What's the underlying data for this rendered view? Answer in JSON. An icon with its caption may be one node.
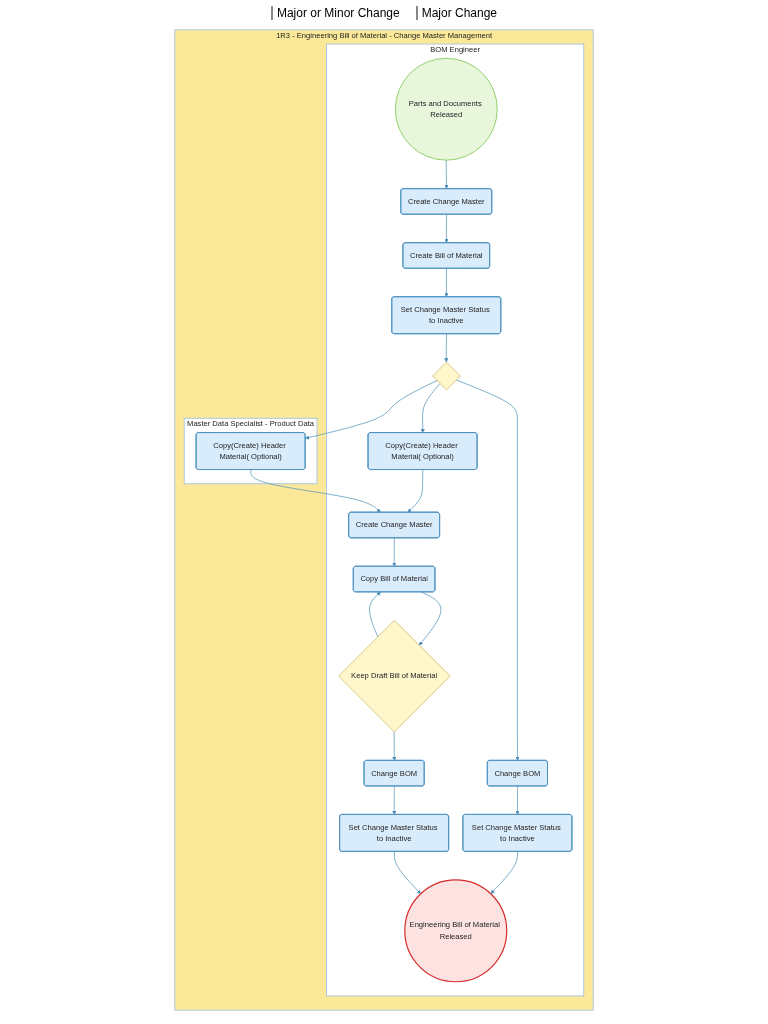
{
  "diagram": {
    "nodes": [
      {
        "text": [
          "1R3 - Engineering Bill of Material - Change Master Management"
        ]
      },
      {
        "text": [
          "BOM Engineer"
        ],
        "in": 0
      },
      {
        "text": [
          "Master Data Specialist - Product Data"
        ],
        "in": 0
      },
      {
        "text": [
          "Parts and Documents Released"
        ],
        "in": 1
      },
      {
        "text": [
          "Create Change Master"
        ],
        "in": 1
      },
      {
        "text": [
          "Create Bill of Material"
        ],
        "in": 1
      },
      {
        "text": [
          "Set Change Master Status to Inactive"
        ],
        "in": 1
      },
      {
        "text": [],
        "shape": "diamond",
        "in": 1
      },
      {
        "text": [
          "Change BOM"
        ],
        "in": 1
      },
      {
        "text": [
          "Copy(Create) Header Material( Optional)"
        ],
        "in": 1
      },
      {
        "text": [
          "Set Change Master Status to Inactive"
        ],
        "in": 1
      },
      {
        "text": [
          "Create Change Master"
        ],
        "in": 1
      },
      {
        "text": [
          "Copy Bill of Material"
        ],
        "in": 1
      },
      {
        "text": [
          "Keep Draft Bill of Material"
        ],
        "in": 1
      },
      {
        "text": [
          "Change BOM"
        ],
        "in": 1
      },
      {
        "text": [
          "Set Change Master Status to Inactive"
        ],
        "in": 1
      },
      {
        "text": [
          "Engineering Bill of Material Released"
        ],
        "in": 1
      },
      {
        "text": [
          "Copy(Create) Header Material( Optional)"
        ],
        "in": 2
      }
    ],
    "edges": [
      {
        "from": 3,
        "to": 4,
        "arrow": "to"
      },
      {
        "from": 4,
        "to": 5,
        "arrow": "to"
      },
      {
        "from": 5,
        "to": 6,
        "arrow": "to"
      },
      {
        "from": 6,
        "to": 7,
        "arrow": "to"
      },
      {
        "from": 7,
        "to": 8,
        "arrow": "to"
      },
      {
        "from": 7,
        "to": 9,
        "arrow": "to"
      },
      {
        "from": 7,
        "to": 17,
        "arrow": "to"
      },
      {
        "from": 8,
        "to": 10,
        "arrow": "to"
      },
      {
        "from": 9,
        "to": 11,
        "arrow": "to"
      },
      {
        "from": 17,
        "to": 11,
        "arrow": "to"
      },
      {
        "from": 11,
        "to": 12,
        "arrow": "to"
      },
      {
        "from": 12,
        "to": 13,
        "arrow": "to"
      },
      {
        "from": 13,
        "to": 12,
        "arrow": "to"
      },
      {
        "from": 13,
        "to": 14,
        "arrow": "to"
      },
      {
        "from": 14,
        "to": 15,
        "arrow": "to"
      },
      {
        "from": 15,
        "to": 16,
        "arrow": "to"
      },
      {
        "from": 10,
        "to": 16,
        "arrow": "to"
      }
    ],
    "labels": [
      "Major or Minor Change",
      "Major Change"
    ]
  }
}
